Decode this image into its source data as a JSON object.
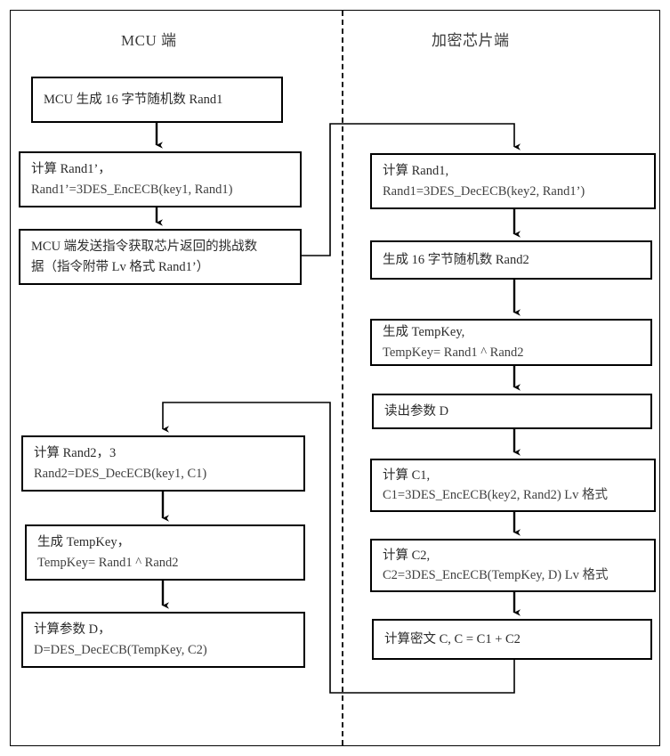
{
  "diagram": {
    "title_left": "MCU 端",
    "title_right": "加密芯片端",
    "colors": {
      "border": "#000000",
      "text": "#404040",
      "divider": "#1a1a1a",
      "background": "#ffffff"
    }
  },
  "mcu_steps": [
    {
      "id": "mcu-1",
      "lines": [
        "MCU 生成 16 字节随机数 Rand1"
      ]
    },
    {
      "id": "mcu-2",
      "lines": [
        "计算 Rand1’，",
        "Rand1’=3DES_EncECB(key1, Rand1)"
      ]
    },
    {
      "id": "mcu-3",
      "lines": [
        "MCU 端发送指令获取芯片返回的挑战数",
        "据（指令附带 Lv 格式 Rand1’）"
      ]
    },
    {
      "id": "mcu-4",
      "lines": [
        "计算 Rand2，3",
        "Rand2=DES_DecECB(key1, C1)"
      ]
    },
    {
      "id": "mcu-5",
      "lines": [
        "生成 TempKey，",
        "TempKey= Rand1 ^ Rand2"
      ]
    },
    {
      "id": "mcu-6",
      "lines": [
        "计算参数 D，",
        "D=DES_DecECB(TempKey, C2)"
      ]
    }
  ],
  "chip_steps": [
    {
      "id": "chip-1",
      "lines": [
        "计算 Rand1,",
        "Rand1=3DES_DecECB(key2, Rand1’)"
      ]
    },
    {
      "id": "chip-2",
      "lines": [
        "生成 16 字节随机数 Rand2"
      ]
    },
    {
      "id": "chip-3",
      "lines": [
        "生成 TempKey,",
        "TempKey= Rand1 ^ Rand2"
      ]
    },
    {
      "id": "chip-4",
      "lines": [
        "读出参数 D"
      ]
    },
    {
      "id": "chip-5",
      "lines": [
        "计算 C1,",
        "C1=3DES_EncECB(key2, Rand2) Lv 格式"
      ]
    },
    {
      "id": "chip-6",
      "lines": [
        "计算 C2,",
        "C2=3DES_EncECB(TempKey, D) Lv 格式"
      ]
    },
    {
      "id": "chip-7",
      "lines": [
        "计算密文 C, C = C1 + C2"
      ]
    }
  ]
}
